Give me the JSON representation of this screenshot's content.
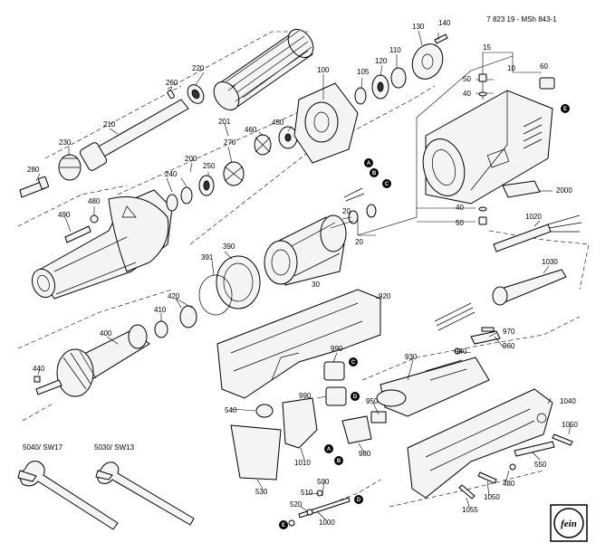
{
  "doc_id": "7 823 19 - MSh 843-1",
  "logo_text": "fein",
  "parts": {
    "p10": "10",
    "p15": "15",
    "p20a": "20",
    "p20b": "20",
    "p30": "30",
    "p40a": "40",
    "p40b": "40",
    "p50a": "50",
    "p50b": "50",
    "p60": "60",
    "p100": "100",
    "p105": "105",
    "p110": "110",
    "p120": "120",
    "p130": "130",
    "p140": "140",
    "p200": "200",
    "p201": "201",
    "p210": "210",
    "p220": "220",
    "p230": "230",
    "p240": "240",
    "p250": "250",
    "p260": "260",
    "p270": "270",
    "p280": "280",
    "p390": "390",
    "p391": "391",
    "p400": "400",
    "p410": "410",
    "p420": "420",
    "p440": "440",
    "p450": "450",
    "p460": "460",
    "p480a": "480",
    "p480b": "480",
    "p490": "490",
    "p500": "500",
    "p510": "510",
    "p520": "520",
    "p530": "530",
    "p540": "540",
    "p550": "550",
    "p920": "920",
    "p930": "930",
    "p940": "940",
    "p950": "950",
    "p960": "960",
    "p970": "970",
    "p980": "980",
    "p990a": "990",
    "p990b": "990",
    "p1000": "1000",
    "p1010": "1010",
    "p1020": "1020",
    "p1030": "1030",
    "p1040": "1040",
    "p1050a": "1050",
    "p1050b": "1050",
    "p1055": "1055",
    "p2000": "2000",
    "wrench17": "5040/ SW17",
    "wrench13": "5030/ SW13"
  },
  "markers": {
    "A": "A",
    "B": "B",
    "C": "C",
    "D": "D",
    "E": "E"
  }
}
